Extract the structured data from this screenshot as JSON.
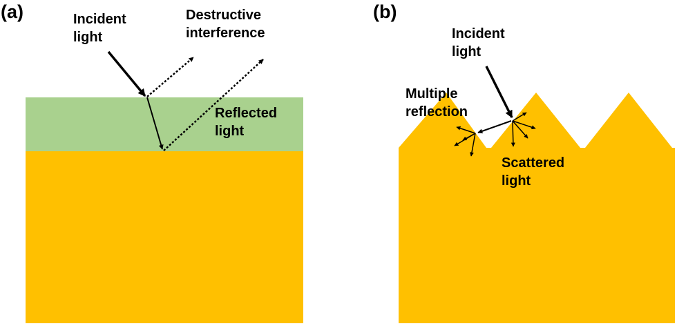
{
  "colors": {
    "substrate": "#FFC000",
    "coating": "#A9D18E",
    "arrow": "#000000",
    "background": "#FFFFFF"
  },
  "panel_a": {
    "label": "(a)",
    "incident_line1": "Incident",
    "incident_line2": "light",
    "destructive_line1": "Destructive",
    "destructive_line2": "interference",
    "reflected_line1": "Reflected",
    "reflected_line2": "light"
  },
  "panel_b": {
    "label": "(b)",
    "incident_line1": "Incident",
    "incident_line2": "light",
    "multiple_line1": "Multiple",
    "multiple_line2": "reflection",
    "scattered_line1": "Scattered",
    "scattered_line2": "light"
  }
}
